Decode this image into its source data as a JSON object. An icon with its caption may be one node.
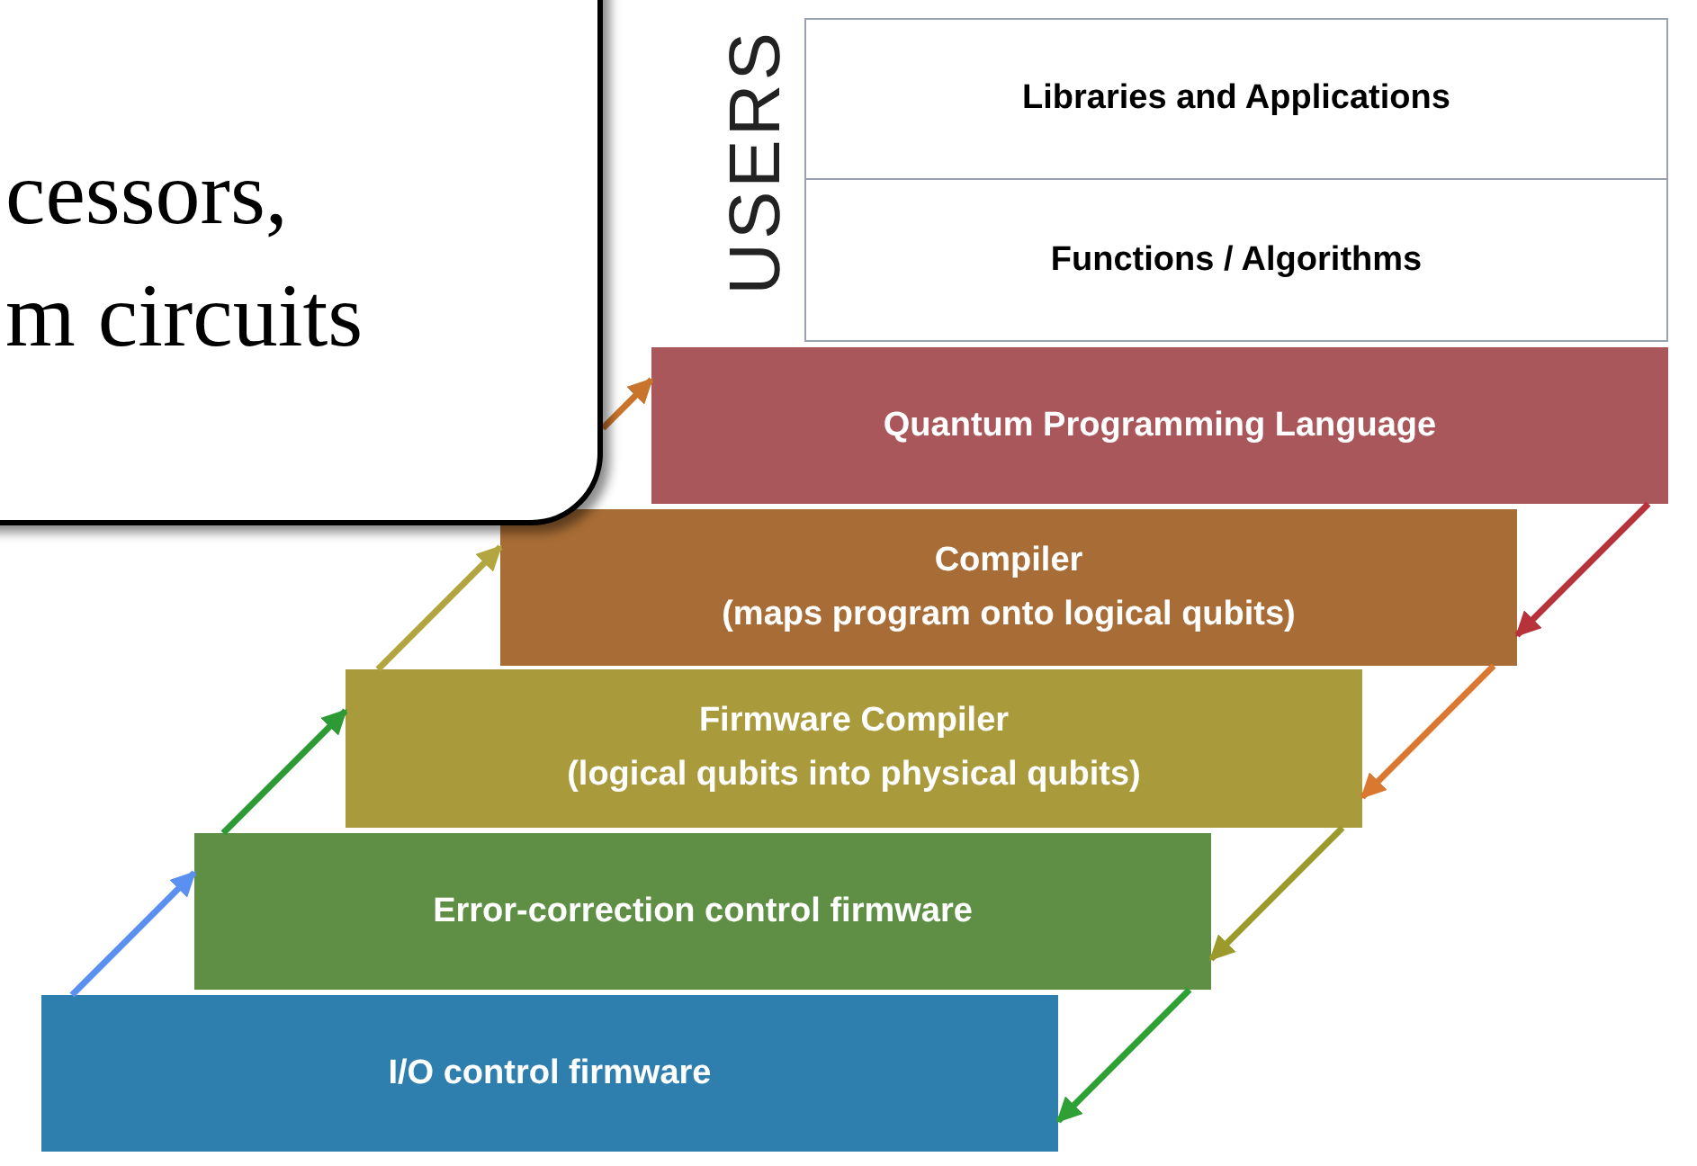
{
  "diagram": {
    "nodes": [
      {
        "text": [
          "cessors,",
          "m circuits"
        ]
      },
      {
        "text": [
          "Libraries and Applications"
        ]
      },
      {
        "text": [
          "Functions / Algorithms"
        ]
      },
      {
        "text": [
          "Quantum Programming Language"
        ]
      },
      {
        "text": [
          "Compiler",
          "(maps program onto logical qubits)"
        ]
      },
      {
        "text": [
          "Firmware Compiler",
          "(logical qubits into physical qubits)"
        ]
      },
      {
        "text": [
          "Error-correction control firmware"
        ]
      },
      {
        "text": [
          "I/O control firmware"
        ]
      }
    ],
    "edges": [
      {
        "from": 7,
        "to": 6,
        "arrow": "to",
        "color": "#5b8ff0"
      },
      {
        "from": 6,
        "to": 5,
        "arrow": "to",
        "color": "#2e9a35"
      },
      {
        "from": 5,
        "to": 4,
        "arrow": "to",
        "color": "#b3a640"
      },
      {
        "from": 0,
        "to": 3,
        "arrow": "to",
        "color": "#c9742c"
      },
      {
        "from": 3,
        "to": 4,
        "arrow": "to",
        "color": "#b8323c"
      },
      {
        "from": 4,
        "to": 5,
        "arrow": "to",
        "color": "#d9782e"
      },
      {
        "from": 5,
        "to": 6,
        "arrow": "to",
        "color": "#9d9a2c"
      },
      {
        "from": 6,
        "to": 7,
        "arrow": "to",
        "color": "#2ea034"
      }
    ],
    "labels": [
      "USERS"
    ]
  }
}
